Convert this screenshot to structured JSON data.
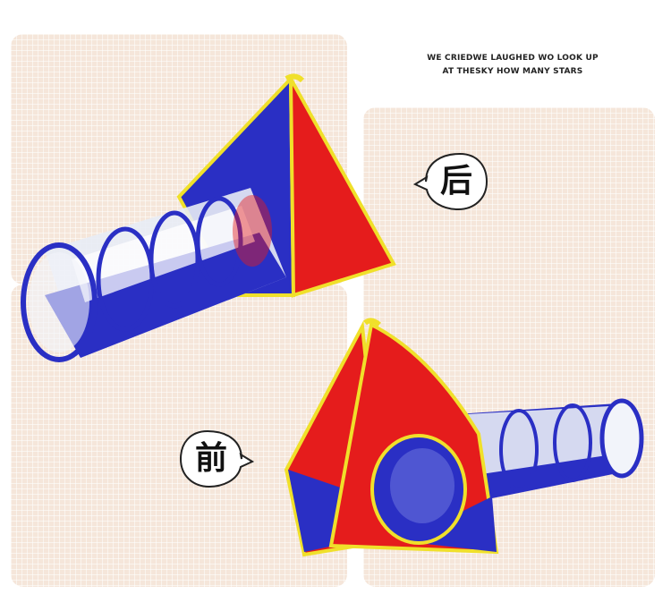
{
  "caption": {
    "line1": "WE CRIEDWE LAUGHED WO LOOK UP",
    "line2": "AT THESKY HOW MANY STARS"
  },
  "labels": {
    "back": "后",
    "front": "前"
  },
  "colors": {
    "panel": "#f5e6da",
    "tent_blue": "#2a2fc4",
    "tent_red": "#e51c1c",
    "trim_yellow": "#f0e02a"
  }
}
